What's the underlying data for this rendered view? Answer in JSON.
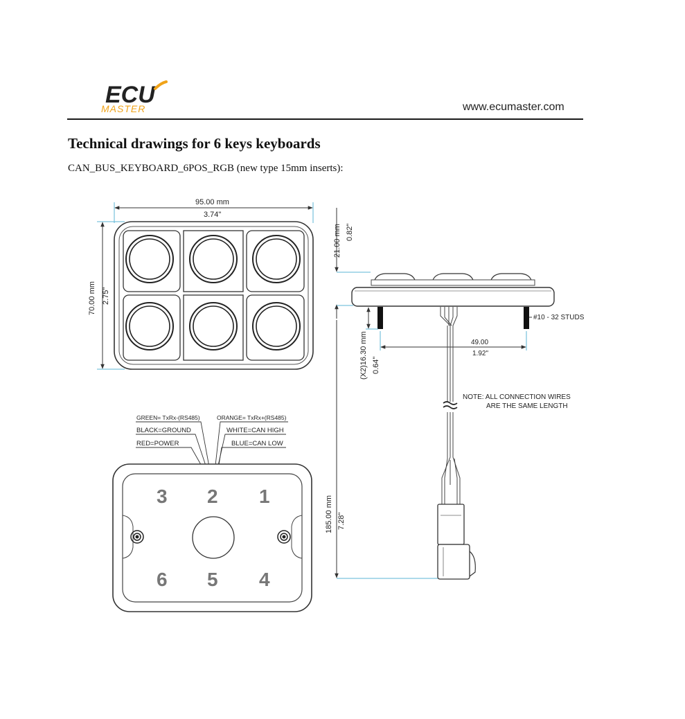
{
  "brand": {
    "logo_main": "ECU",
    "logo_sub": "MASTER",
    "website": "www.ecumaster.com",
    "accent_color": "#f0a319",
    "dimension_color": "#5bb6d6"
  },
  "document": {
    "title": "Technical drawings for 6 keys keyboards",
    "subtitle": "CAN_BUS_KEYBOARD_6POS_RGB (new type 15mm inserts):"
  },
  "front_view": {
    "width_mm": "95.00 mm",
    "width_in": "3.74\"",
    "height_mm": "70.00 mm",
    "height_in": "2.75\"",
    "keys": 6
  },
  "side_view": {
    "depth_mm": "21.00 mm",
    "depth_in": "0.82\"",
    "stud_label": "#10 - 32 STUDS",
    "stud_spacing_mm": "49.00",
    "stud_spacing_in": "1.92\"",
    "stud_length_mm": "(X2)16.30 mm",
    "stud_length_in": "0.64\"",
    "cable_length_mm": "185.00 mm",
    "cable_length_in": "7.28\"",
    "note_line1": "NOTE: ALL CONNECTION WIRES",
    "note_line2": "ARE THE SAME LENGTH"
  },
  "wiring_legend": {
    "left": [
      "GREEN= TxRx-(RS485)",
      "BLACK=GROUND",
      "RED=POWER"
    ],
    "right": [
      "ORANGE= TxRx+(RS485)",
      "WHITE=CAN HIGH",
      "BLUE=CAN LOW"
    ]
  },
  "back_view": {
    "numbers_top": [
      "3",
      "2",
      "1"
    ],
    "numbers_bottom": [
      "6",
      "5",
      "4"
    ]
  }
}
